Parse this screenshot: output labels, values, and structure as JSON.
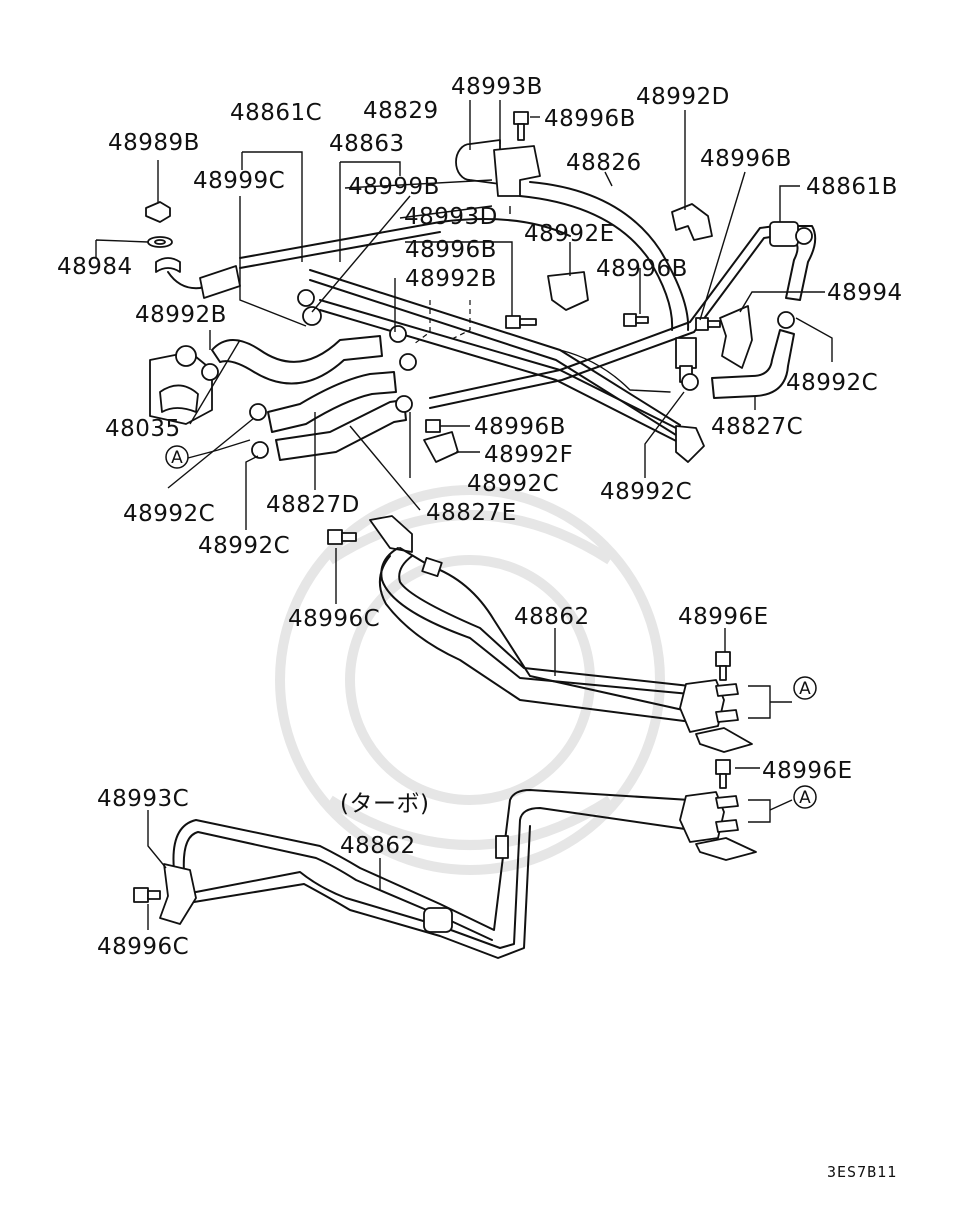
{
  "labels": {
    "p48993B": "48993B",
    "p48829": "48829",
    "p48996B_top": "48996B",
    "p48992D": "48992D",
    "p48861C": "48861C",
    "p48863": "48863",
    "p48826": "48826",
    "p48996B_right": "48996B",
    "p48989B": "48989B",
    "p48999C": "48999C",
    "p48999B": "48999B",
    "p48861B": "48861B",
    "p48993D": "48993D",
    "p48996B_mid": "48996B",
    "p48992E": "48992E",
    "p48984": "48984",
    "p48992B_mid": "48992B",
    "p48996B_mid2": "48996B",
    "p48994": "48994",
    "p48992B_left": "48992B",
    "p48992C_right": "48992C",
    "p48035": "48035",
    "p48996B_low": "48996B",
    "p48827C": "48827C",
    "p48992F": "48992F",
    "p48992C_mid": "48992C",
    "p48992C_right2": "48992C",
    "p48992C_left": "48992C",
    "p48827D": "48827D",
    "p48827E": "48827E",
    "p48992C_left2": "48992C",
    "p48996C_mid": "48996C",
    "p48862_top": "48862",
    "p48996E_top": "48996E",
    "p48996E_bottom": "48996E",
    "p48993C": "48993C",
    "turbo_note": "(ターボ)",
    "p48862_bottom": "48862",
    "p48996C_bottom": "48996C"
  },
  "refs": {
    "ref_a1": "A",
    "ref_a2": "A",
    "ref_a3": "A"
  },
  "diagram_code": "3ES7B11"
}
